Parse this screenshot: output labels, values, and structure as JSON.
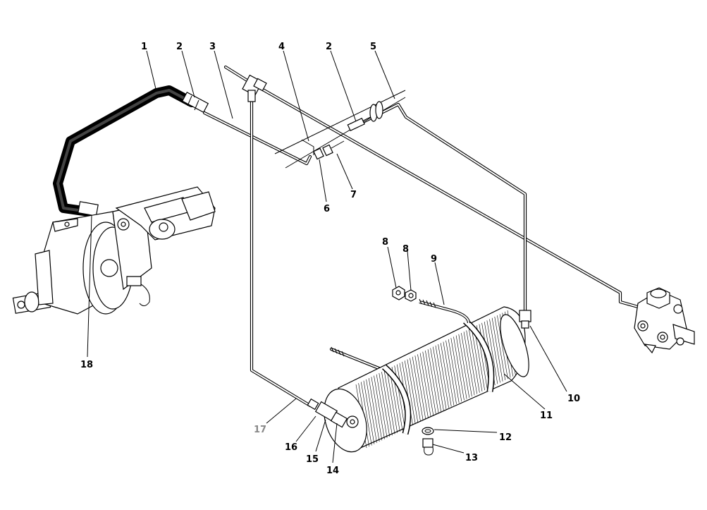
{
  "callouts": [
    {
      "label": "1"
    },
    {
      "label": "2"
    },
    {
      "label": "3"
    },
    {
      "label": "4"
    },
    {
      "label": "2"
    },
    {
      "label": "5"
    },
    {
      "label": "6"
    },
    {
      "label": "7"
    },
    {
      "label": "8"
    },
    {
      "label": "8"
    },
    {
      "label": "9"
    },
    {
      "label": "10"
    },
    {
      "label": "11"
    },
    {
      "label": "12"
    },
    {
      "label": "13"
    },
    {
      "label": "14"
    },
    {
      "label": "15"
    },
    {
      "label": "16"
    },
    {
      "label": "17"
    },
    {
      "label": "18"
    }
  ],
  "colors": {
    "line": "#000000",
    "background": "#ffffff",
    "muted_label": "#888888"
  }
}
